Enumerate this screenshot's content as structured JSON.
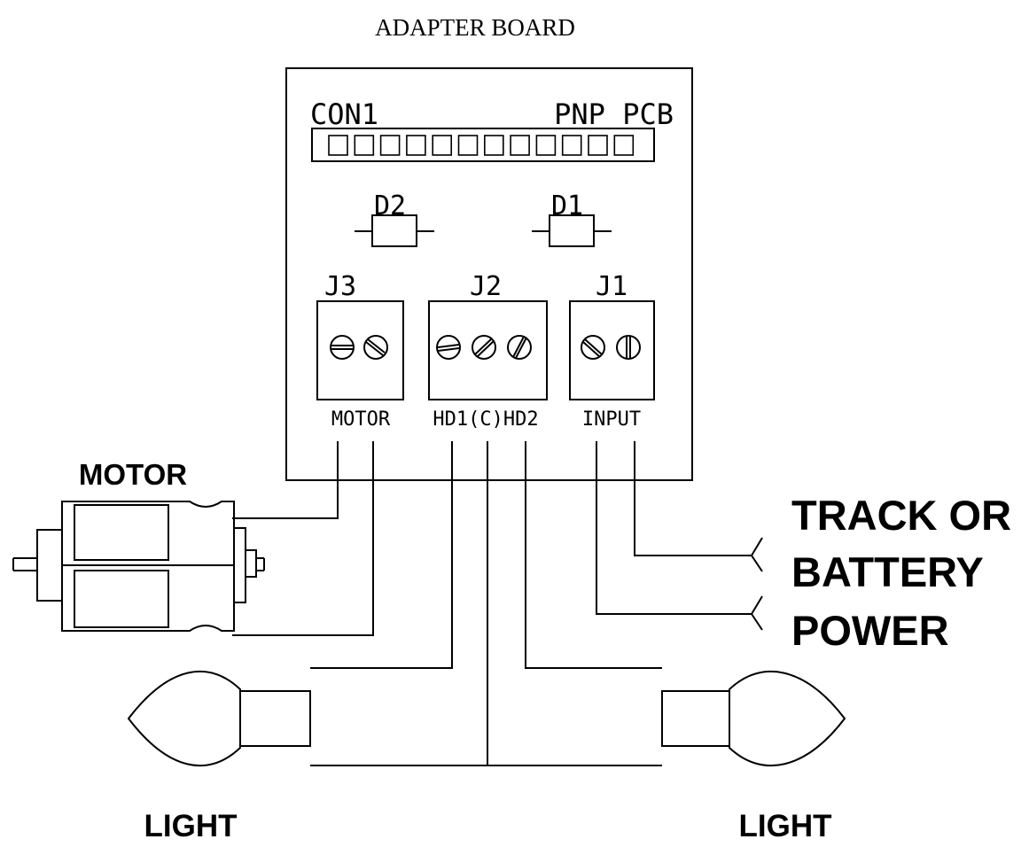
{
  "title": "ADAPTER BOARD",
  "board": {
    "connector_label": "CON1",
    "pcb_label": "PNP PCB",
    "connector_pin_count": 12,
    "diodes": [
      {
        "label": "D2"
      },
      {
        "label": "D1"
      }
    ],
    "terminal_blocks": [
      {
        "label": "J3",
        "caption": "MOTOR",
        "screws": 2
      },
      {
        "label": "J2",
        "caption": "HD1(C)HD2",
        "screws": 3
      },
      {
        "label": "J1",
        "caption": "INPUT",
        "screws": 2
      }
    ]
  },
  "external": {
    "motor_label": "MOTOR",
    "power_label_lines": [
      "TRACK OR",
      "BATTERY",
      "POWER"
    ],
    "light_left_label": "LIGHT",
    "light_right_label": "LIGHT"
  },
  "colors": {
    "line": "#000000",
    "background": "#ffffff"
  }
}
